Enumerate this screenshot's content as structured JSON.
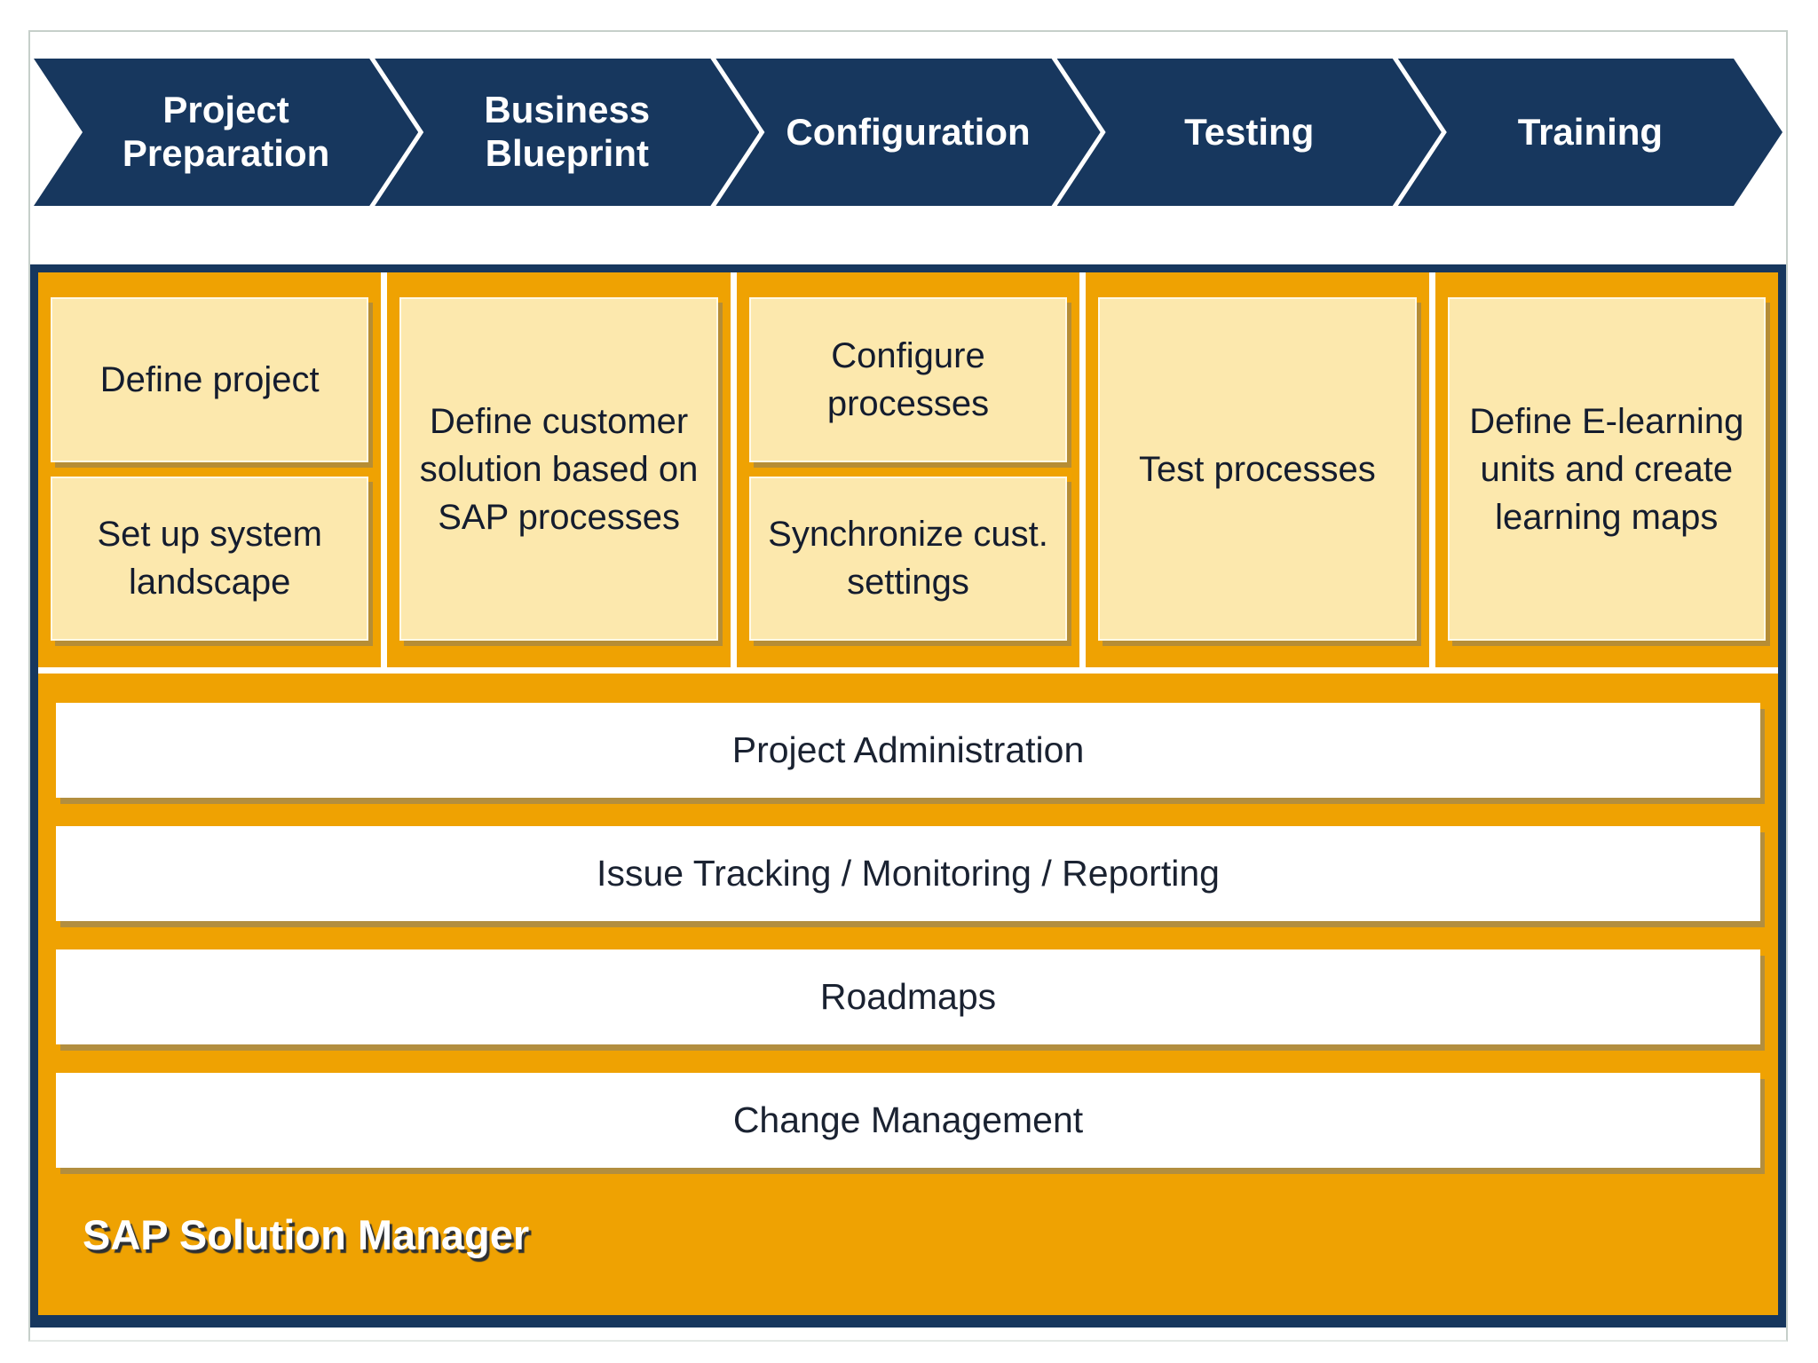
{
  "phases": [
    "Project Preparation",
    "Business Blueprint",
    "Configuration",
    "Testing",
    "Training"
  ],
  "phase_columns": [
    {
      "boxes": [
        "Define project",
        "Set up system landscape"
      ]
    },
    {
      "boxes": [
        "Define customer solution based on SAP processes"
      ]
    },
    {
      "boxes": [
        "Configure processes",
        "Synchronize cust. settings"
      ]
    },
    {
      "boxes": [
        "Test processes"
      ]
    },
    {
      "boxes": [
        "Define E-learning units and create learning maps"
      ]
    }
  ],
  "manager_bars": [
    "Project Administration",
    "Issue Tracking / Monitoring / Reporting",
    "Roadmaps",
    "Change Management"
  ],
  "footer_label": "SAP Solution Manager",
  "colors": {
    "navy": "#17375E",
    "orange": "#EFA202",
    "box_yellow": "#FCE8AD",
    "bar_white": "#FFFFFF"
  }
}
